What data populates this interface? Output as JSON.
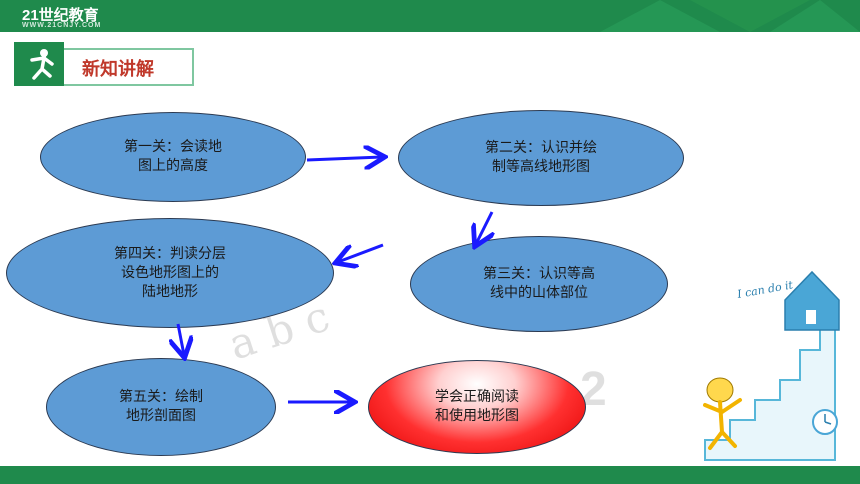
{
  "header": {
    "logo_text": "21世纪教育",
    "logo_subtext": "WWW.21CNJY.COM"
  },
  "section": {
    "title": "新知讲解"
  },
  "diagram": {
    "nodes": [
      {
        "line1": "第一关：会读地",
        "line2": "图上的高度",
        "line3": ""
      },
      {
        "line1": "第二关：认识并绘",
        "line2": "制等高线地形图",
        "line3": ""
      },
      {
        "line1": "第三关：认识等高",
        "line2": "线中的山体部位",
        "line3": ""
      },
      {
        "line1": "第四关：判读分层",
        "line2": "设色地形图上的",
        "line3": "陆地地形"
      },
      {
        "line1": "第五关：绘制",
        "line2": "地形剖面图",
        "line3": ""
      },
      {
        "line1": "学会正确阅读",
        "line2": "和使用地形图",
        "line3": ""
      }
    ]
  },
  "illustration": {
    "caption": "I can do it"
  },
  "colors": {
    "brand_green": "#1f8a4c",
    "node_blue": "#5d9bd5",
    "final_red": "#ff3030",
    "arrow_blue": "#1a1aff",
    "title_red": "#c0392b"
  }
}
